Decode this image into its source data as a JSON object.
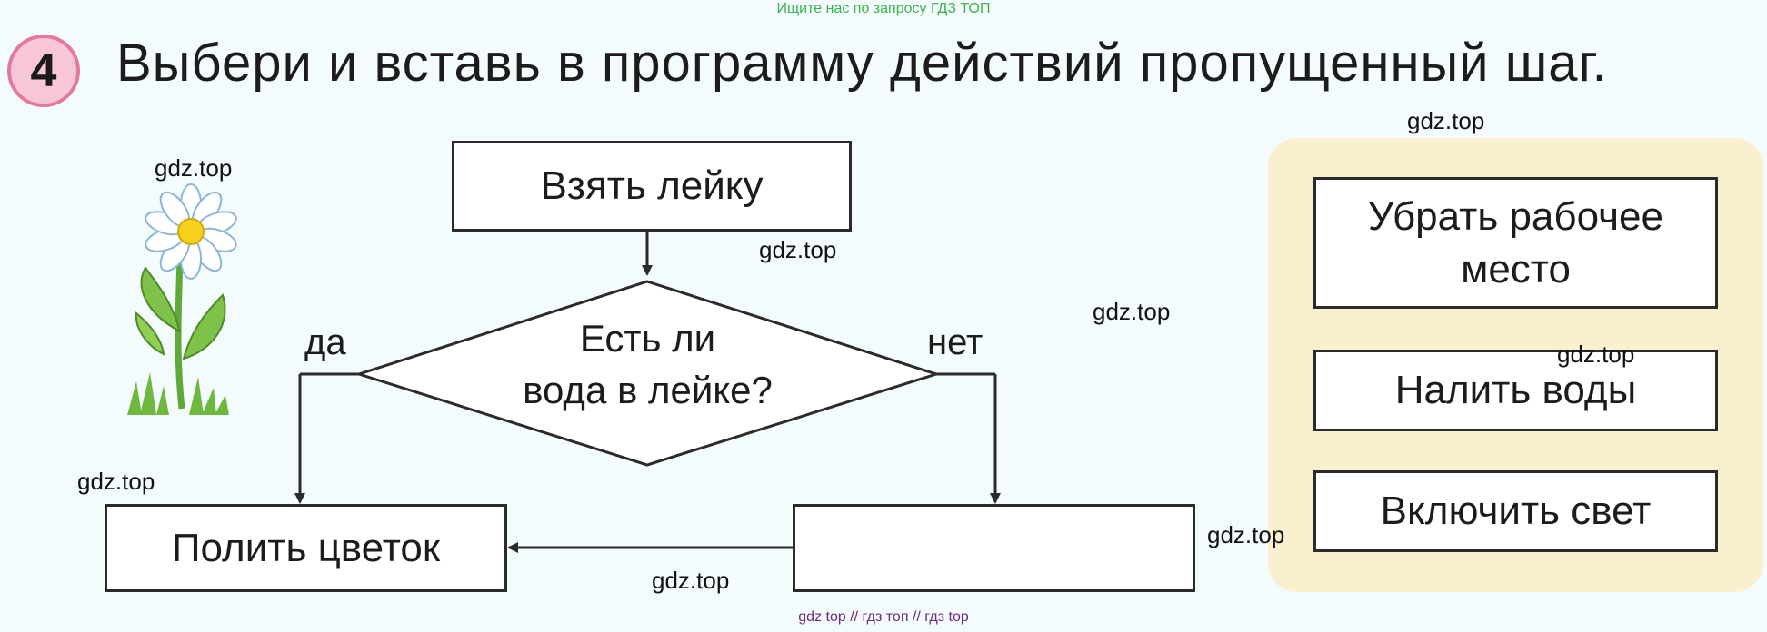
{
  "header_note": "Ищите нас по запросу ГДЗ ТОП",
  "task": {
    "number": "4",
    "title": "Выбери и вставь в программу действий пропущенный шаг."
  },
  "flowchart": {
    "start_box": "Взять лейку",
    "decision": {
      "line1": "Есть ли",
      "line2": "вода в лейке?"
    },
    "branch_yes": "да",
    "branch_no": "нет",
    "action_yes": "Полить цветок",
    "missing_step": ""
  },
  "options": {
    "option1_line1": "Убрать рабочее",
    "option1_line2": "место",
    "option2": "Налить воды",
    "option3": "Включить свет"
  },
  "watermarks": {
    "w1": "gdz.top",
    "w2": "gdz.top",
    "w3": "gdz.top",
    "w4": "gdz.top",
    "w5": "gdz.top",
    "w6": "gdz.top",
    "w7": "gdz.top",
    "w8": "gdz.top"
  },
  "footer_note": "gdz top  //  гдз топ  //  гдз top",
  "colors": {
    "badge_fill": "#f7c7d8",
    "badge_border": "#e4799f",
    "panel": "#f8f0ce",
    "header_note": "#39b54a",
    "footer_note": "#6a2c7c"
  }
}
